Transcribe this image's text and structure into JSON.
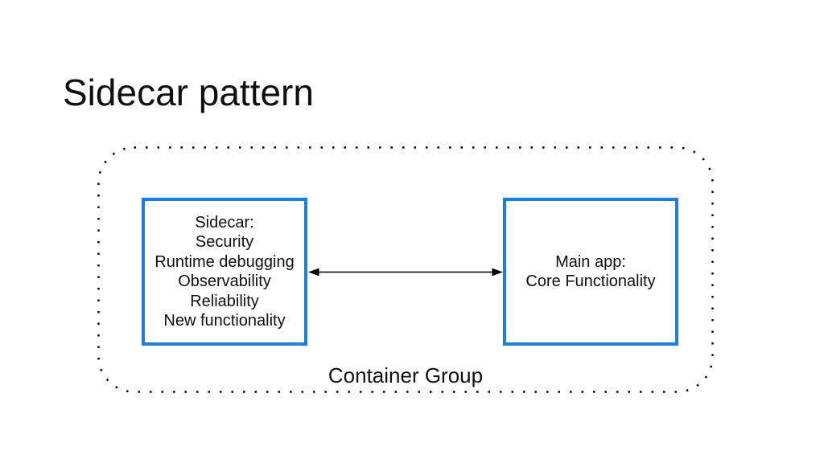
{
  "slide": {
    "title": "Sidecar pattern"
  },
  "diagram": {
    "group_label": "Container Group",
    "sidecar_box": {
      "lines": {
        "0": "Sidecar:",
        "1": "Security",
        "2": "Runtime debugging",
        "3": "Observability",
        "4": "Reliability",
        "5": "New functionality"
      }
    },
    "main_app_box": {
      "lines": {
        "0": "Main app:",
        "1": "Core Functionality"
      }
    },
    "arrow": {
      "type": "double-headed-horizontal"
    },
    "colors": {
      "box_border": "#1d7ce4",
      "outline": "#000000",
      "arrow": "#000000",
      "text": "#0f0f0f",
      "background": "#ffffff"
    }
  }
}
